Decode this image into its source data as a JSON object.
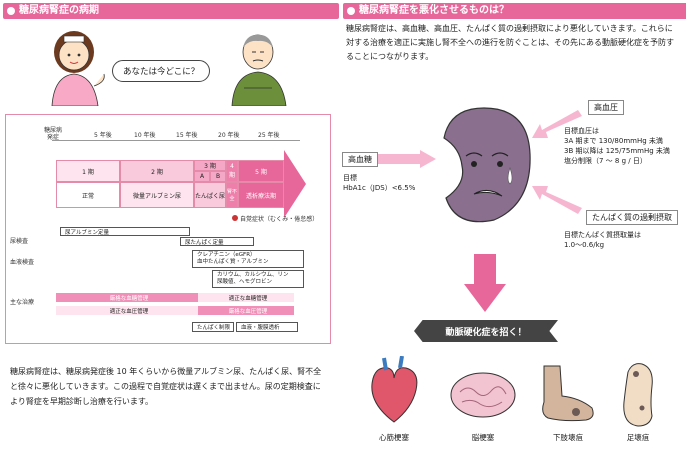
{
  "left_header": "糖尿病腎症の病期",
  "right_header": "糖尿病腎症を悪化させるものは？",
  "bubble_text": "あなたは今どこに？",
  "chart": {
    "axis_label": "糖尿病\n発症",
    "years": [
      "5 年後",
      "10 年後",
      "15 年後",
      "20 年後",
      "25 年後"
    ],
    "stages": [
      "1 期",
      "2 期",
      "3 期",
      "A",
      "B",
      "4 期",
      "5 期"
    ],
    "stage_descs": [
      "正常",
      "微量アルブミン尿",
      "たんぱく尿",
      "腎不全",
      "透析療法期"
    ],
    "symptom_note": "自覚症状（むくみ・倦怠感）",
    "rows": {
      "urine": "尿検査",
      "blood": "血液検査",
      "treatment": "主な治療"
    },
    "urine_bars": [
      "尿アルブミン定量",
      "尿たんぱく定量"
    ],
    "blood_bars": [
      "クレアチニン（eGFR）\n血中たんぱく質・アルブミン",
      "カリウム、カルシウム、リン\n尿酸値、ヘモグロビン"
    ],
    "treatment_bars": [
      "厳格な血糖管理",
      "適正な血糖管理",
      "適正な血圧管理",
      "厳格な血圧管理",
      "たんぱく制限",
      "血液・腹膜透析"
    ]
  },
  "left_paragraph": "糖尿病腎症は、糖尿病発症後 10 年くらいから微量アルブミン尿、たんぱく尿、腎不全と徐々に悪化していきます。この過程で自覚症状は遅くまで出ません。尿の定期検査により腎症を早期診断し治療を行います。",
  "right_paragraph": "糖尿病腎症は、高血糖、高血圧、たんぱく質の過剰摂取により悪化していきます。これらに対する治療を適正に実施し腎不全への進行を防ぐことは、その先にある動脈硬化症を予防することにつながります。",
  "factors": {
    "hyperglycemia": {
      "title": "高血糖",
      "target_label": "目標",
      "target": "HbA1c（JDS）<6.5%"
    },
    "hypertension": {
      "title": "高血圧",
      "lines": [
        "目標血圧は",
        "3A 期まで 130/80mmHg 未満",
        "3B 期以降は 125/75mmHg 未満",
        "塩分制限（7 ～ 8 g / 日）"
      ]
    },
    "protein": {
      "title": "たんぱく質の過剰摂取",
      "lines": [
        "目標たんぱく質摂取量は",
        "1.0～0.6/kg"
      ]
    }
  },
  "banner": "動脈硬化症を招く！",
  "diseases": [
    "心筋梗塞",
    "脳梗塞",
    "下肢壊疽",
    "足壊疽"
  ],
  "colors": {
    "accent": "#e8679b",
    "light": "#f7c6d8"
  }
}
